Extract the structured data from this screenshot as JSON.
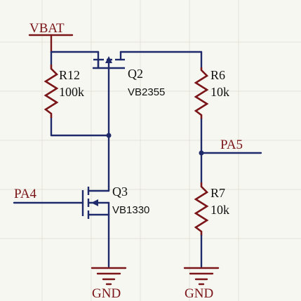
{
  "nets": {
    "vbat": "VBAT",
    "pa4": "PA4",
    "pa5": "PA5",
    "gnd_left": "GND",
    "gnd_right": "GND"
  },
  "components": {
    "r12": {
      "ref": "R12",
      "value": "100k"
    },
    "q2": {
      "ref": "Q2",
      "part": "VB2355"
    },
    "r6": {
      "ref": "R6",
      "value": "10k"
    },
    "q3": {
      "ref": "Q3",
      "part": "VB1330"
    },
    "r7": {
      "ref": "R7",
      "value": "10k"
    }
  },
  "colors": {
    "wire": "#1f2a6b",
    "resistor": "#7a1518",
    "net_label": "#7a1518",
    "background": "#f7f7f2"
  }
}
